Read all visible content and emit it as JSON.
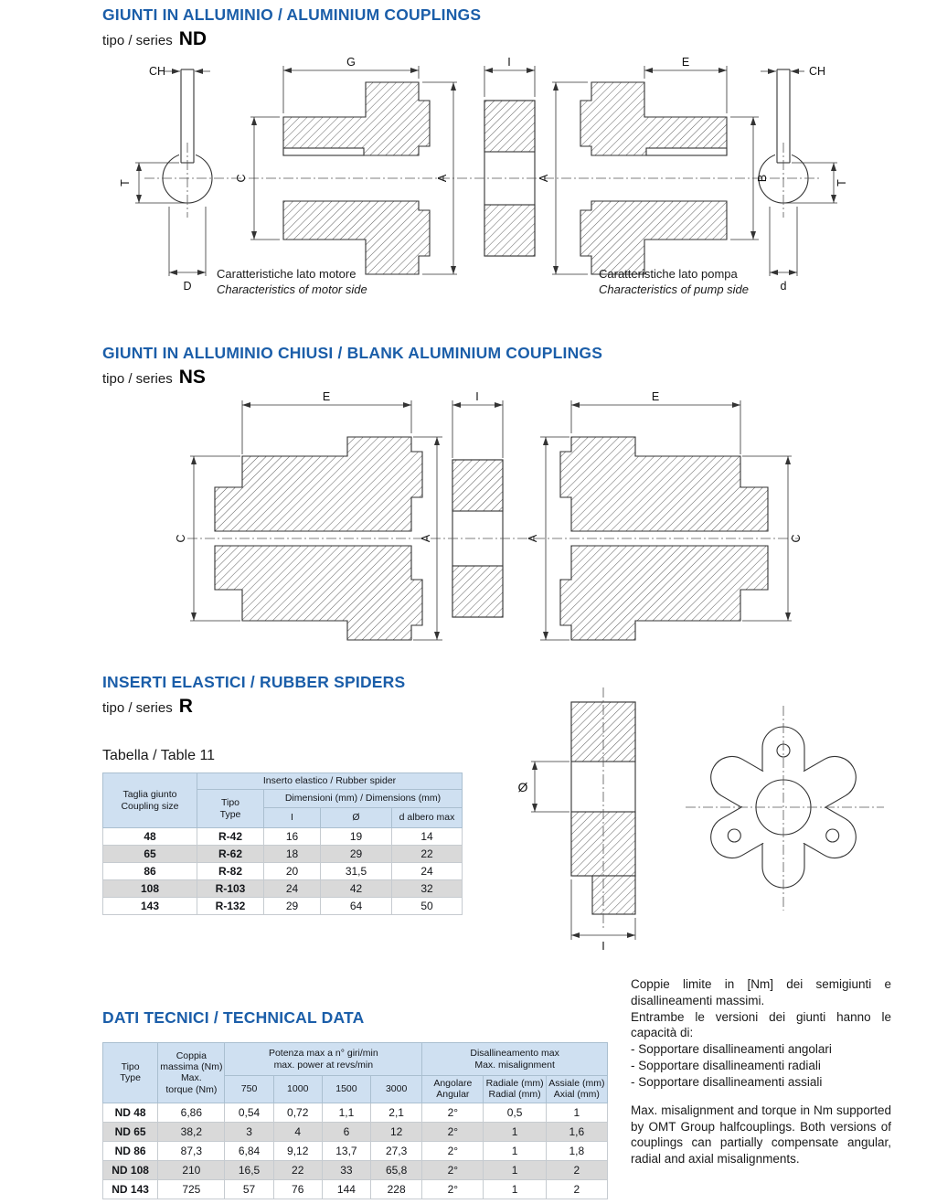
{
  "sections": {
    "nd": {
      "title": "GIUNTI IN ALLUMINIO / ALUMINIUM COUPLINGS",
      "series_prefix": "tipo / series",
      "series": "ND",
      "captions": {
        "motor_it": "Caratteristiche lato motore",
        "motor_en": "Characteristics of motor side",
        "pump_it": "Caratteristiche lato pompa",
        "pump_en": "Characteristics of pump side"
      },
      "dims": {
        "ch_left": "CH",
        "g": "G",
        "i": "I",
        "e": "E",
        "ch_right": "CH",
        "t_left": "T",
        "c": "C",
        "a_motor": "A",
        "a_pump": "A",
        "b": "B",
        "t_right": "T",
        "d_motor": "D",
        "d_pump": "d"
      }
    },
    "ns": {
      "title": "GIUNTI IN ALLUMINIO CHIUSI / BLANK ALUMINIUM COUPLINGS",
      "series_prefix": "tipo / series",
      "series": "NS",
      "dims": {
        "e_left": "E",
        "i": "I",
        "e_right": "E",
        "c_left": "C",
        "a_left": "A",
        "a_right": "A",
        "c_right": "C"
      }
    },
    "r": {
      "title": "INSERTI ELASTICI / RUBBER SPIDERS",
      "series_prefix": "tipo / series",
      "series": "R",
      "table_caption": "Tabella / Table 11",
      "dims": {
        "dia": "Ø",
        "i": "I"
      }
    },
    "tech": {
      "title": "DATI TECNICI / TECHNICAL DATA"
    }
  },
  "table11": {
    "header": {
      "taglia1": "Taglia giunto",
      "taglia2": "Coupling size",
      "group": "Inserto elastico / Rubber spider",
      "tipo1": "Tipo",
      "tipo2": "Type",
      "dims": "Dimensioni (mm) / Dimensions (mm)",
      "i": "I",
      "dia": "Ø",
      "shaft": "d albero max"
    },
    "rows": [
      {
        "size": "48",
        "type": "R-42",
        "i": "16",
        "dia": "19",
        "shaft": "14"
      },
      {
        "size": "65",
        "type": "R-62",
        "i": "18",
        "dia": "29",
        "shaft": "22"
      },
      {
        "size": "86",
        "type": "R-82",
        "i": "20",
        "dia": "31,5",
        "shaft": "24"
      },
      {
        "size": "108",
        "type": "R-103",
        "i": "24",
        "dia": "42",
        "shaft": "32"
      },
      {
        "size": "143",
        "type": "R-132",
        "i": "29",
        "dia": "64",
        "shaft": "50"
      }
    ]
  },
  "tech_table": {
    "header": {
      "tipo": "Tipo",
      "type": "Type",
      "coppia1": "Coppia",
      "coppia2": "massima (Nm)",
      "torque1": "Max.",
      "torque2": "torque (Nm)",
      "power1": "Potenza max a n° giri/min",
      "power2": "max. power at revs/min",
      "s750": "750",
      "s1000": "1000",
      "s1500": "1500",
      "s3000": "3000",
      "mis1": "Disallineamento max",
      "mis2": "Max. misalignment",
      "ang1": "Angolare",
      "ang2": "Angular",
      "rad1": "Radiale (mm)",
      "rad2": "Radial (mm)",
      "ax1": "Assiale (mm)",
      "ax2": "Axial (mm)"
    },
    "rows": [
      {
        "type": "ND 48",
        "torque": "6,86",
        "p750": "0,54",
        "p1000": "0,72",
        "p1500": "1,1",
        "p3000": "2,1",
        "ang": "2°",
        "rad": "0,5",
        "ax": "1"
      },
      {
        "type": "ND 65",
        "torque": "38,2",
        "p750": "3",
        "p1000": "4",
        "p1500": "6",
        "p3000": "12",
        "ang": "2°",
        "rad": "1",
        "ax": "1,6"
      },
      {
        "type": "ND 86",
        "torque": "87,3",
        "p750": "6,84",
        "p1000": "9,12",
        "p1500": "13,7",
        "p3000": "27,3",
        "ang": "2°",
        "rad": "1",
        "ax": "1,8"
      },
      {
        "type": "ND 108",
        "torque": "210",
        "p750": "16,5",
        "p1000": "22",
        "p1500": "33",
        "p3000": "65,8",
        "ang": "2°",
        "rad": "1",
        "ax": "2"
      },
      {
        "type": "ND 143",
        "torque": "725",
        "p750": "57",
        "p1000": "76",
        "p1500": "144",
        "p3000": "228",
        "ang": "2°",
        "rad": "1",
        "ax": "2"
      }
    ]
  },
  "notes": {
    "p1": "Coppie limite in [Nm] dei semigiunti e disallineamenti massimi.",
    "p2": "Entrambe le versioni dei giunti hanno le capacità di:",
    "li1": "- Sopportare disallineamenti angolari",
    "li2": "- Sopportare disallineamenti radiali",
    "li3": "- Sopportare disallineamenti assiali",
    "p3": "Max. misalignment and torque in Nm supported by OMT Group halfcouplings. Both versions of couplings can partially compensate angular, radial and axial misalignments."
  }
}
